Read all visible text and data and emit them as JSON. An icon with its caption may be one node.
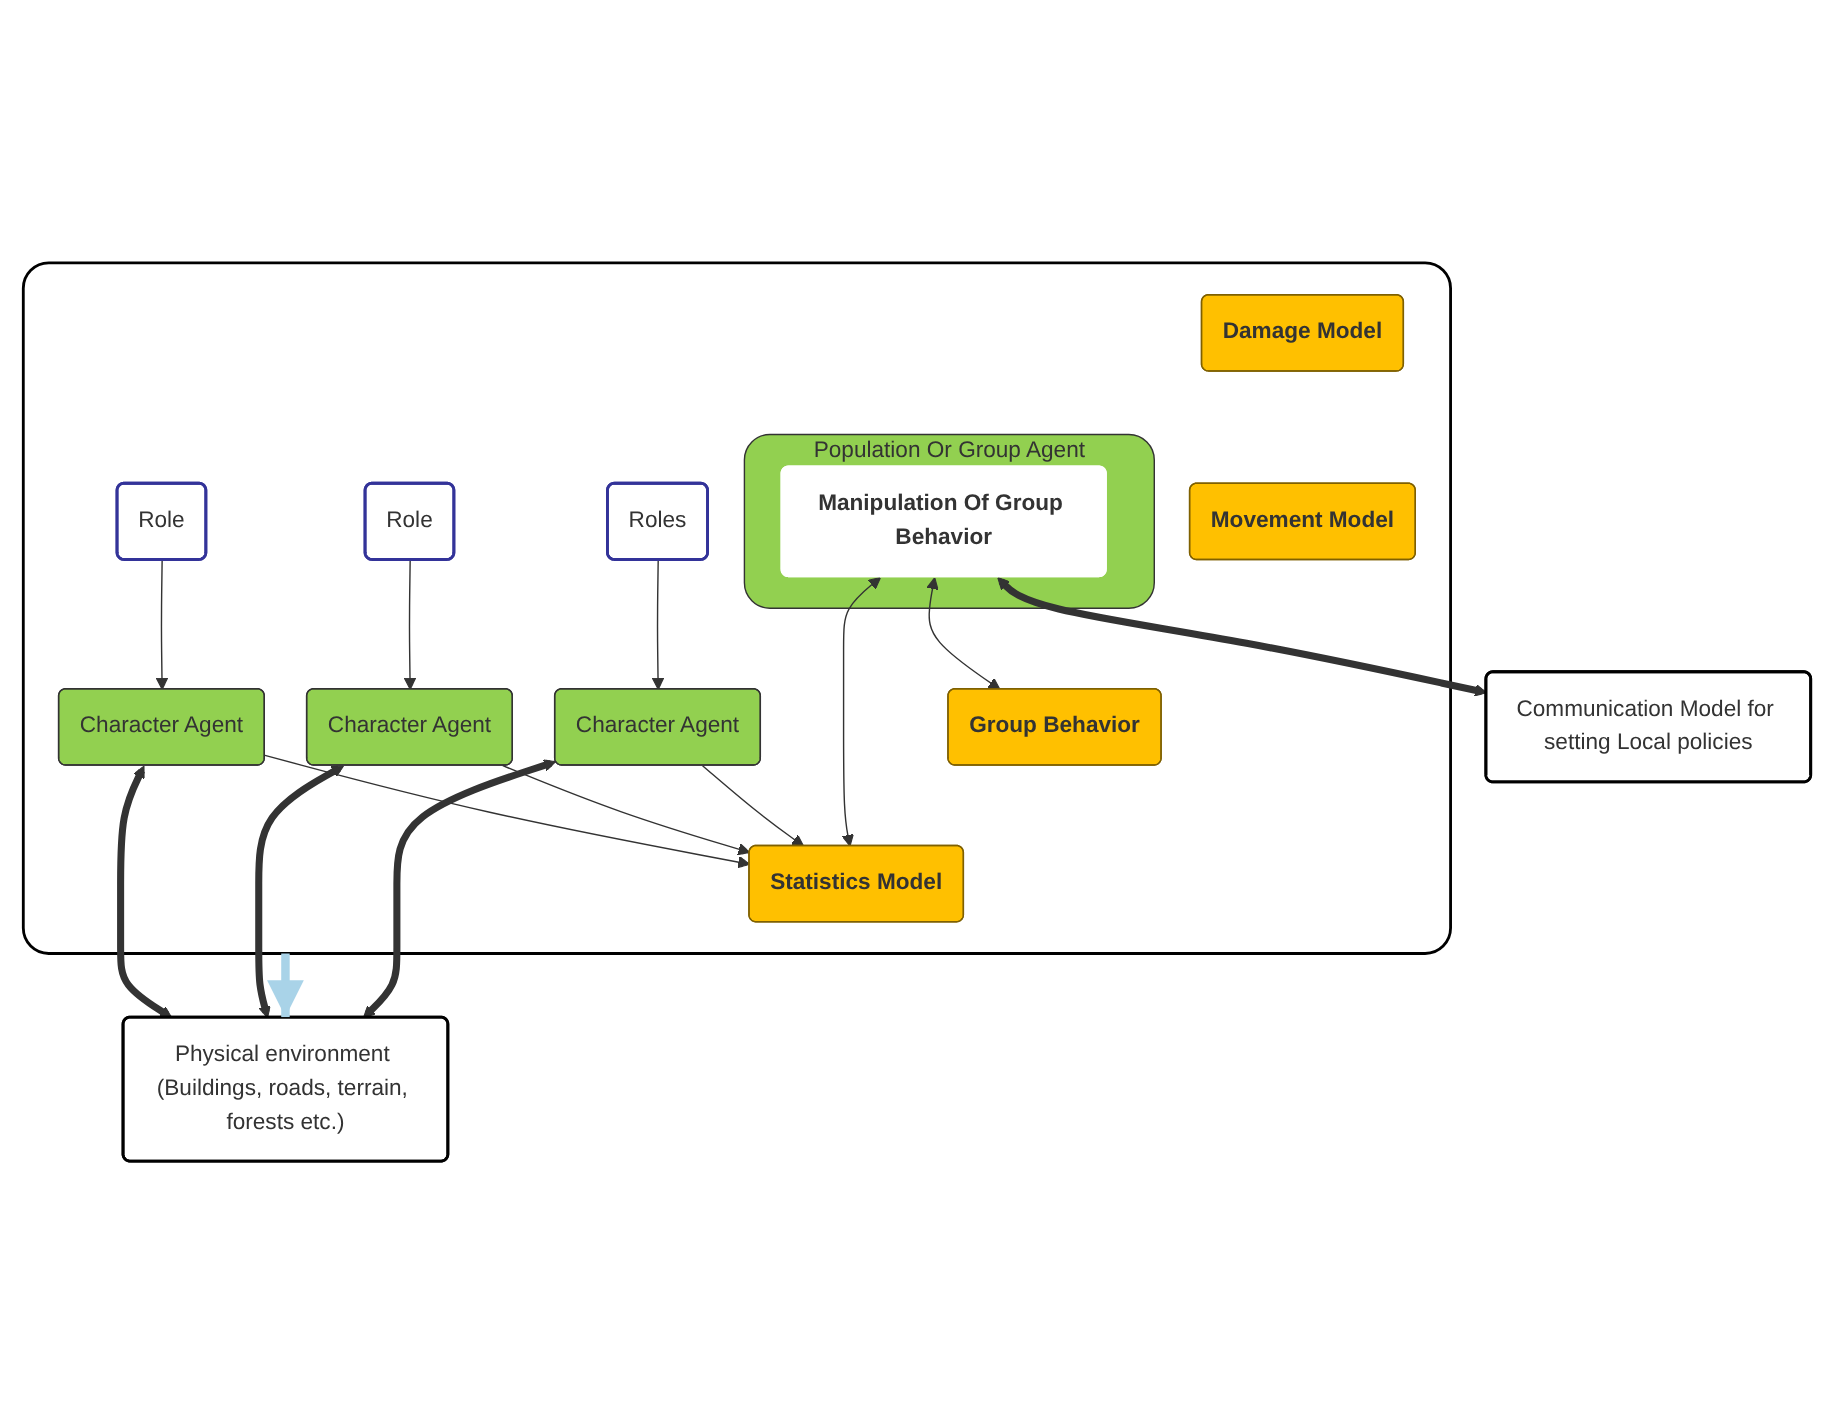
{
  "diagram": {
    "nodes": [
      {
        "text": [],
        "shape": "box"
      },
      {
        "text": [
          "Role"
        ],
        "in": 0
      },
      {
        "text": [
          "Role"
        ],
        "in": 0
      },
      {
        "text": [
          "Roles"
        ],
        "in": 0
      },
      {
        "text": [
          "Character Agent"
        ],
        "in": 0
      },
      {
        "text": [
          "Character Agent"
        ],
        "in": 0
      },
      {
        "text": [
          "Character Agent"
        ],
        "in": 0
      },
      {
        "text": [
          "Damage Model"
        ],
        "in": 0
      },
      {
        "text": [
          "Movement Model"
        ],
        "in": 0
      },
      {
        "text": [
          "Group Behavior"
        ],
        "in": 0
      },
      {
        "text": [
          "Statistics Model"
        ],
        "in": 0
      },
      {
        "text": [
          "Population Or Group Agent"
        ],
        "in": 0
      },
      {
        "text": [
          "Manipulation Of Group Behavior"
        ],
        "in": 11
      },
      {
        "text": [
          "Physical environment (Buildings, roads, terrain, forests etc.)"
        ]
      },
      {
        "text": [
          "Communication Model for setting Local policies"
        ]
      }
    ],
    "edges": [
      {
        "from": 1,
        "to": 4,
        "arrow": "to"
      },
      {
        "from": 2,
        "to": 5,
        "arrow": "to"
      },
      {
        "from": 3,
        "to": 6,
        "arrow": "to"
      },
      {
        "from": 4,
        "to": 10,
        "arrow": "to"
      },
      {
        "from": 5,
        "to": 10,
        "arrow": "to"
      },
      {
        "from": 6,
        "to": 10,
        "arrow": "to"
      },
      {
        "from": 12,
        "to": 9,
        "arrow": "both"
      },
      {
        "from": 12,
        "to": 10,
        "arrow": "both"
      },
      {
        "from": 4,
        "to": 13,
        "arrow": "both",
        "style": "thick"
      },
      {
        "from": 5,
        "to": 13,
        "arrow": "both",
        "style": "thick"
      },
      {
        "from": 6,
        "to": 13,
        "arrow": "both",
        "style": "thick"
      },
      {
        "from": 12,
        "to": 14,
        "arrow": "both",
        "style": "thick"
      },
      {
        "from": 0,
        "to": 13,
        "arrow": "to",
        "style": "thick",
        "color": "#a9d3e8"
      }
    ]
  }
}
